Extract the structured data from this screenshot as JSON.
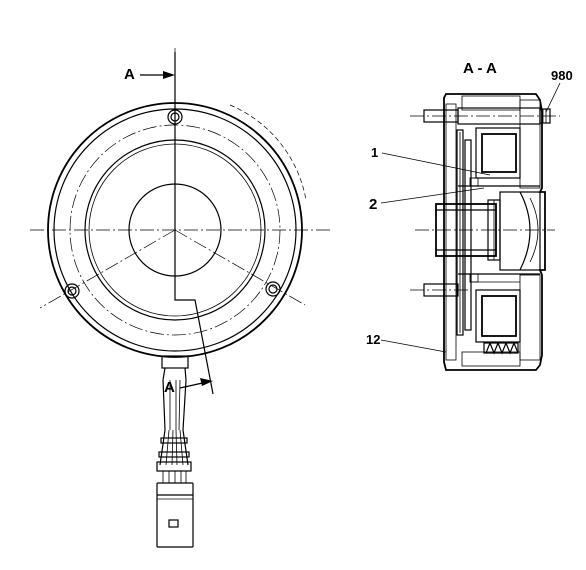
{
  "labels": {
    "section_top": "A",
    "section_bottom": "A",
    "section_title": "A - A",
    "callout_980": "980",
    "callout_1": "1",
    "callout_2": "2",
    "callout_12": "12"
  }
}
